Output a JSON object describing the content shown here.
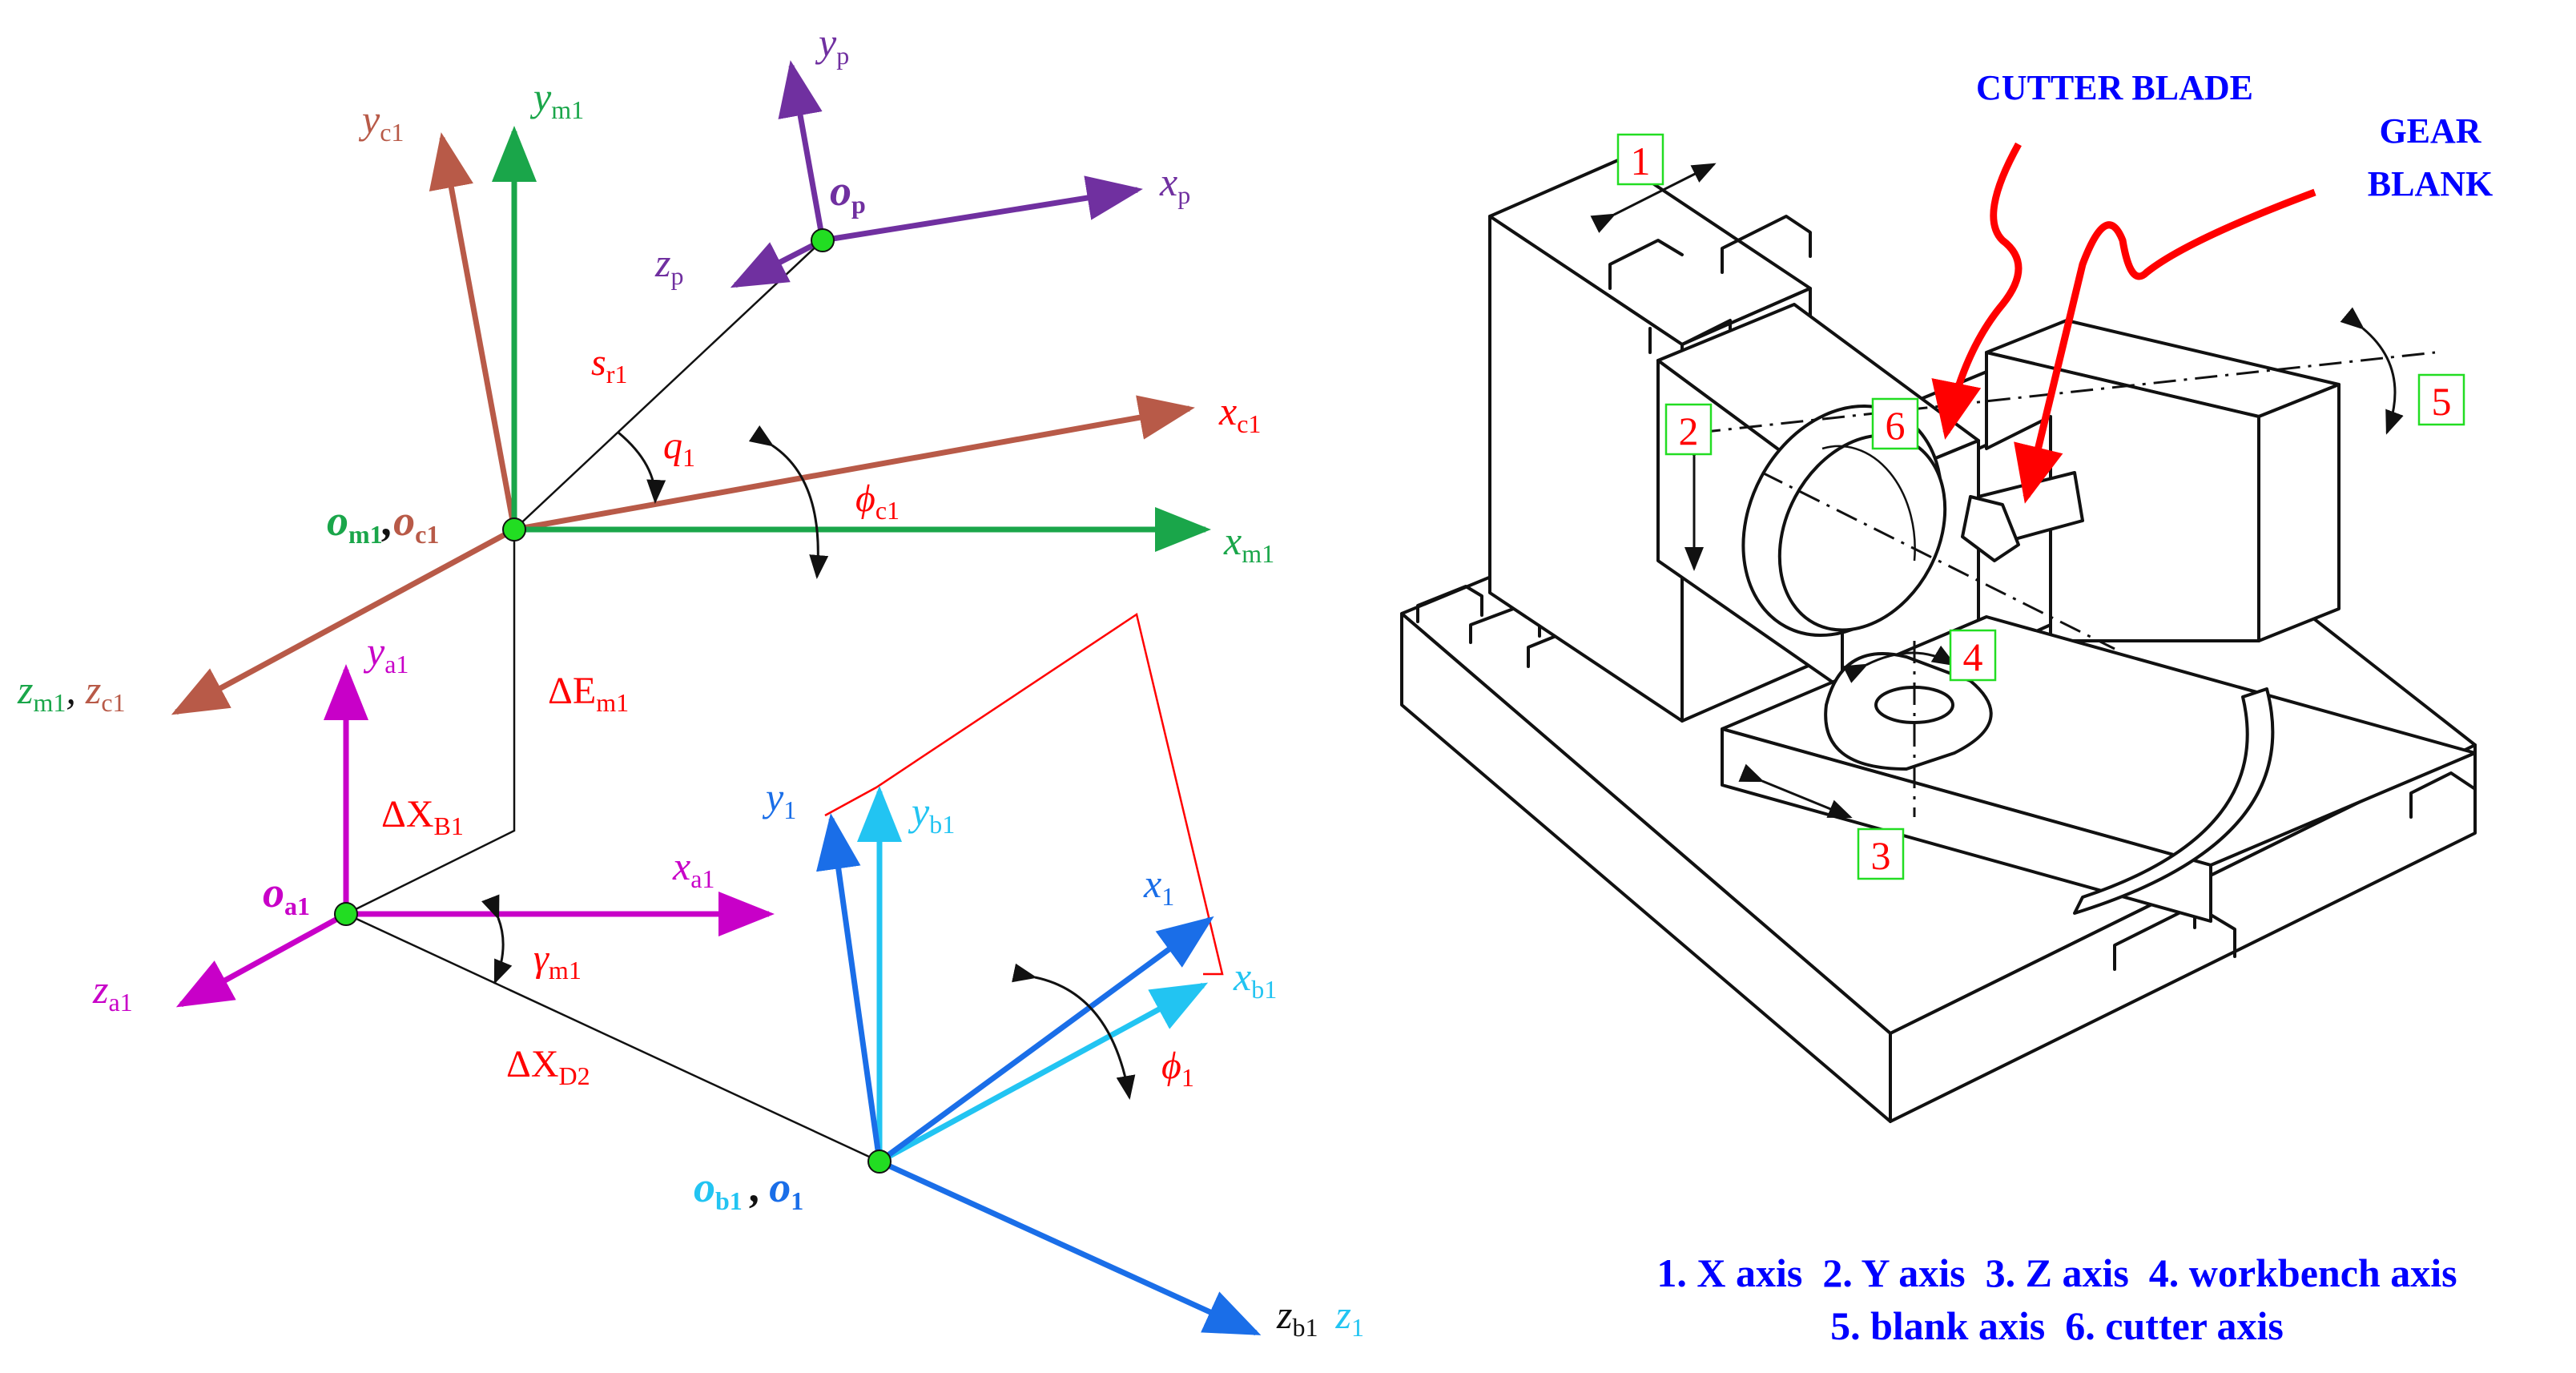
{
  "colors": {
    "green": "#1aa64a",
    "brown": "#b85a48",
    "purple": "#7030a0",
    "magenta": "#c800c8",
    "blue": "#1a6ee8",
    "cyan": "#22c4f2",
    "red": "#ff0000",
    "label_blue": "#0000ff",
    "origin_dot": "#22dd22"
  },
  "frames": {
    "p": {
      "origin": "o",
      "origin_sub": "p",
      "x": "x",
      "x_sub": "p",
      "y": "y",
      "y_sub": "p",
      "z": "z",
      "z_sub": "p"
    },
    "m1c1": {
      "origin_a": "o",
      "origin_a_sub": "m1",
      "sep": ",",
      "origin_b": "o",
      "origin_b_sub": "c1",
      "xm": "x",
      "xm_sub": "m1",
      "ym": "y",
      "ym_sub": "m1",
      "xc": "x",
      "xc_sub": "c1",
      "yc": "y",
      "yc_sub": "c1",
      "zm": "z",
      "zm_sub": "m1",
      "zsep": ",",
      "zc": "z",
      "zc_sub": "c1"
    },
    "a1": {
      "origin": "o",
      "origin_sub": "a1",
      "x": "x",
      "x_sub": "a1",
      "y": "y",
      "y_sub": "a1",
      "z": "z",
      "z_sub": "a1"
    },
    "b1": {
      "origin_a": "o",
      "origin_a_sub": "b1",
      "sep": ",",
      "origin_b": "o",
      "origin_b_sub": "1",
      "x1": "x",
      "x1_sub": "1",
      "y1": "y",
      "y1_sub": "1",
      "xb": "x",
      "xb_sub": "b1",
      "yb": "y",
      "yb_sub": "b1",
      "zb": "z",
      "zb_sub": "b1",
      "z1": "z",
      "z1_sub": "1"
    }
  },
  "params": {
    "s_r1": {
      "main": "s",
      "sub": "r1"
    },
    "q1": {
      "main": "q",
      "sub": "1"
    },
    "phi_c1": {
      "main": "ϕ",
      "sub": "c1"
    },
    "dE_m1": {
      "main": "ΔE",
      "sub": "m1"
    },
    "dX_B1": {
      "main": "ΔX",
      "sub": "B1"
    },
    "gamma_m1": {
      "main": "γ",
      "sub": "m1"
    },
    "dX_D2": {
      "main": "ΔX",
      "sub": "D2"
    },
    "phi1": {
      "main": "ϕ",
      "sub": "1"
    }
  },
  "machine": {
    "cutter_label": "CUTTER BLADE",
    "gear_label_line1": "GEAR",
    "gear_label_line2": "BLANK",
    "axis_numbers": [
      "1",
      "2",
      "3",
      "4",
      "5",
      "6"
    ],
    "legend_line1": "1. X axis  2. Y axis  3. Z axis  4. workbench axis",
    "legend_line2": "5. blank axis  6. cutter axis"
  }
}
